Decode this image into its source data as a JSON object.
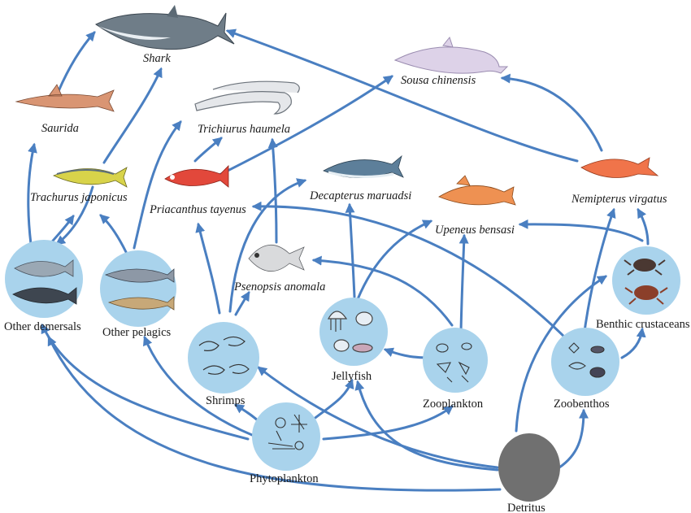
{
  "diagram": {
    "edge_color": "#4a7fc1",
    "circle_fill": "#a9d3ec",
    "detritus_fill": "#707070",
    "nodes": {
      "shark": {
        "label": "Shark",
        "icon": "shark-icon"
      },
      "sousa": {
        "label": "Sousa chinensis",
        "icon": "dolphin-icon"
      },
      "saurida": {
        "label": "Saurida",
        "icon": "lizardfish-icon"
      },
      "trichiurus": {
        "label": "Trichiurus haumela",
        "icon": "hairtail-icon"
      },
      "trachurus": {
        "label": "Trachurus japonicus",
        "icon": "horse-mackerel-icon"
      },
      "priacanthus": {
        "label": "Priacanthus tayenus",
        "icon": "bigeye-icon"
      },
      "decapterus": {
        "label": "Decapterus maruadsi",
        "icon": "scad-icon"
      },
      "upeneus": {
        "label": "Upeneus bensasi",
        "icon": "goatfish-icon"
      },
      "nemipterus": {
        "label": "Nemipterus virgatus",
        "icon": "threadfin-bream-icon"
      },
      "psenopsis": {
        "label": "Psenopsis anomala",
        "icon": "butterfish-icon"
      },
      "other_demersals": {
        "label": "Other demersals",
        "icon": "demersal-fish-icon"
      },
      "other_pelagics": {
        "label": "Other pelagics",
        "icon": "pelagic-fish-icon"
      },
      "shrimps": {
        "label": "Shrimps",
        "icon": "shrimp-icon"
      },
      "jellyfish": {
        "label": "Jellyfish",
        "icon": "jellyfish-icon"
      },
      "zooplankton": {
        "label": "Zooplankton",
        "icon": "zooplankton-icon"
      },
      "benthic_crustaceans": {
        "label": "Benthic crustaceans",
        "icon": "crab-icon"
      },
      "zoobenthos": {
        "label": "Zoobenthos",
        "icon": "zoobenthos-icon"
      },
      "phytoplankton": {
        "label": "Phytoplankton",
        "icon": "phytoplankton-icon"
      },
      "detritus": {
        "label": "Detritus",
        "icon": "detritus-circle"
      }
    }
  }
}
